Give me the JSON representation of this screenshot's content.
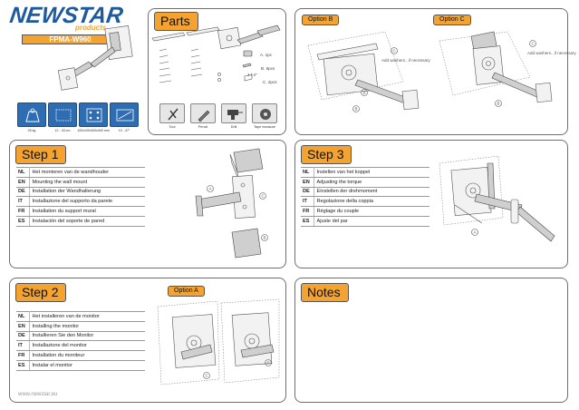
{
  "brand": {
    "name": "NEWSTAR",
    "tagline": "products",
    "model": "FPMA-W960"
  },
  "specs": [
    {
      "icon": "weight-icon",
      "label": "25 kg"
    },
    {
      "icon": "screen-size-icon",
      "label": "12 - 43 cm"
    },
    {
      "icon": "vesa-icon",
      "label": "100x100/400x400 mm"
    },
    {
      "icon": "screen-inch-icon",
      "label": "10 - 47\""
    }
  ],
  "parts": {
    "title": "Parts",
    "items": [
      {
        "code": "A",
        "label": "A. 1pc"
      },
      {
        "code": "B",
        "label": "B. 6pcs"
      },
      {
        "code": "C",
        "label": "C. 2pcs"
      }
    ],
    "screw_labels": [
      "M4x10 4pcs",
      "M4x12 4pcs",
      "M4x16 4pcs",
      "M4x20 4pcs",
      "M4x25 4pcs",
      "M4x30 4pcs"
    ],
    "screw_labels_2": [
      "M5x10 4pcs",
      "M5x12 4pcs",
      "M5x16 4pcs",
      "M5x20 4pcs",
      "M5x25 4pcs"
    ],
    "washer_labels": [
      "M6 4pcs",
      "M8 4pcs"
    ],
    "fraction": "1 / 4\"",
    "tools": [
      {
        "icon": "tool-icon",
        "label": "Tool"
      },
      {
        "icon": "pencil-icon",
        "label": "Pencil"
      },
      {
        "icon": "drill-icon",
        "label": "Drill"
      },
      {
        "icon": "tape-measure-icon",
        "label": "Tape measure"
      }
    ]
  },
  "option_b": {
    "label": "Option B",
    "note": "Add washers...if necessary"
  },
  "option_c": {
    "label": "Option C",
    "note": "Add washers...if necessary"
  },
  "option_a": {
    "label": "Option A"
  },
  "step1": {
    "title": "Step 1",
    "rows": [
      {
        "code": "NL",
        "text": "Het monteren van de wandhouder"
      },
      {
        "code": "EN",
        "text": "Mounting the wall mount"
      },
      {
        "code": "DE",
        "text": "Installation der Wandhalterung"
      },
      {
        "code": "IT",
        "text": "Installazione del supporto da parete"
      },
      {
        "code": "FR",
        "text": "Installation du support mural"
      },
      {
        "code": "ES",
        "text": "Instalación del soporte de pared"
      }
    ]
  },
  "step2": {
    "title": "Step 2",
    "rows": [
      {
        "code": "NL",
        "text": "Het installeren van de monitor"
      },
      {
        "code": "EN",
        "text": "Installing the monitor"
      },
      {
        "code": "DE",
        "text": "Installieren Sie den Monitor"
      },
      {
        "code": "IT",
        "text": "Installazione del monitor"
      },
      {
        "code": "FR",
        "text": "Installation du moniteur"
      },
      {
        "code": "ES",
        "text": "Instalar el monitor"
      }
    ]
  },
  "step3": {
    "title": "Step 3",
    "rows": [
      {
        "code": "NL",
        "text": "Instellen van het koppel"
      },
      {
        "code": "EN",
        "text": "Adjusting the torque"
      },
      {
        "code": "DE",
        "text": "Einstellen der drehmoment"
      },
      {
        "code": "IT",
        "text": "Regolazione della coppia"
      },
      {
        "code": "FR",
        "text": "Réglage du couple"
      },
      {
        "code": "ES",
        "text": "Ajuste del par"
      }
    ]
  },
  "notes": {
    "title": "Notes"
  },
  "callouts": {
    "a": "A",
    "b": "B",
    "c": "C"
  },
  "footer": {
    "url": "www.newstar.eu"
  },
  "colors": {
    "accent": "#f4a230",
    "brand_blue": "#1e5a9c",
    "tile_blue": "#2f6db2",
    "border": "#6f6f6f"
  }
}
